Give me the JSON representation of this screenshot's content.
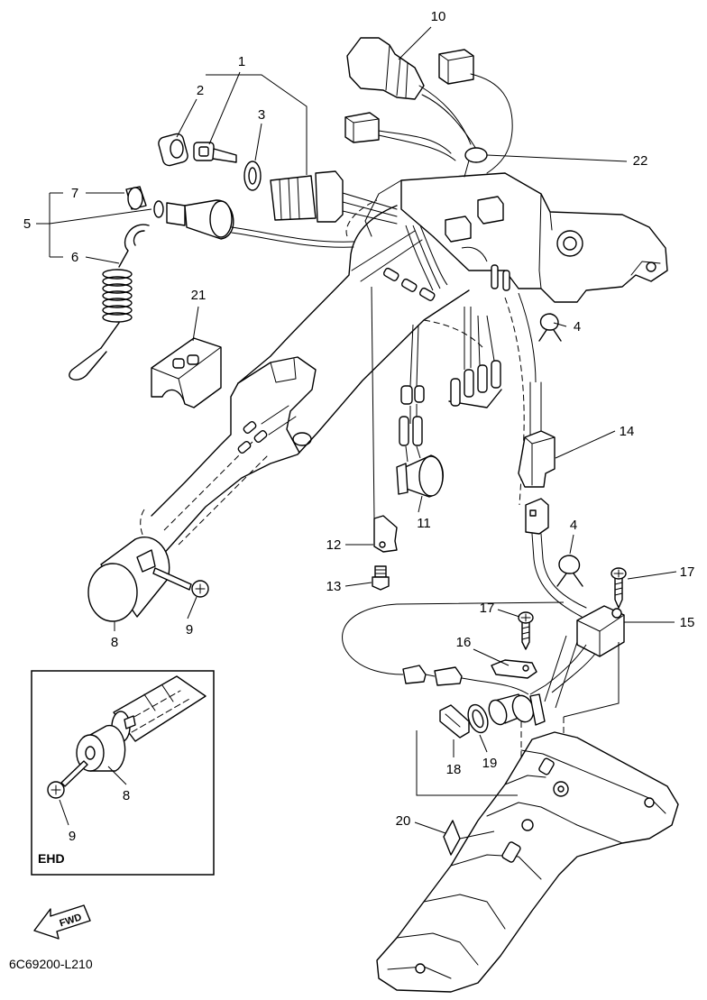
{
  "callouts": [
    "10",
    "1",
    "2",
    "3",
    "22",
    "7",
    "5",
    "6",
    "21",
    "4",
    "14",
    "11",
    "4",
    "12",
    "17",
    "13",
    "17",
    "15",
    "8",
    "9",
    "16",
    "18",
    "19",
    "20"
  ],
  "inset": {
    "label": "EHD",
    "callouts": [
      "8",
      "9"
    ]
  },
  "direction_arrow": {
    "label": "FWD",
    "icon": "fwd-arrow-icon"
  },
  "diagram_code": "6C69200-L210",
  "colors": {
    "line": "#000000",
    "background": "#ffffff"
  }
}
